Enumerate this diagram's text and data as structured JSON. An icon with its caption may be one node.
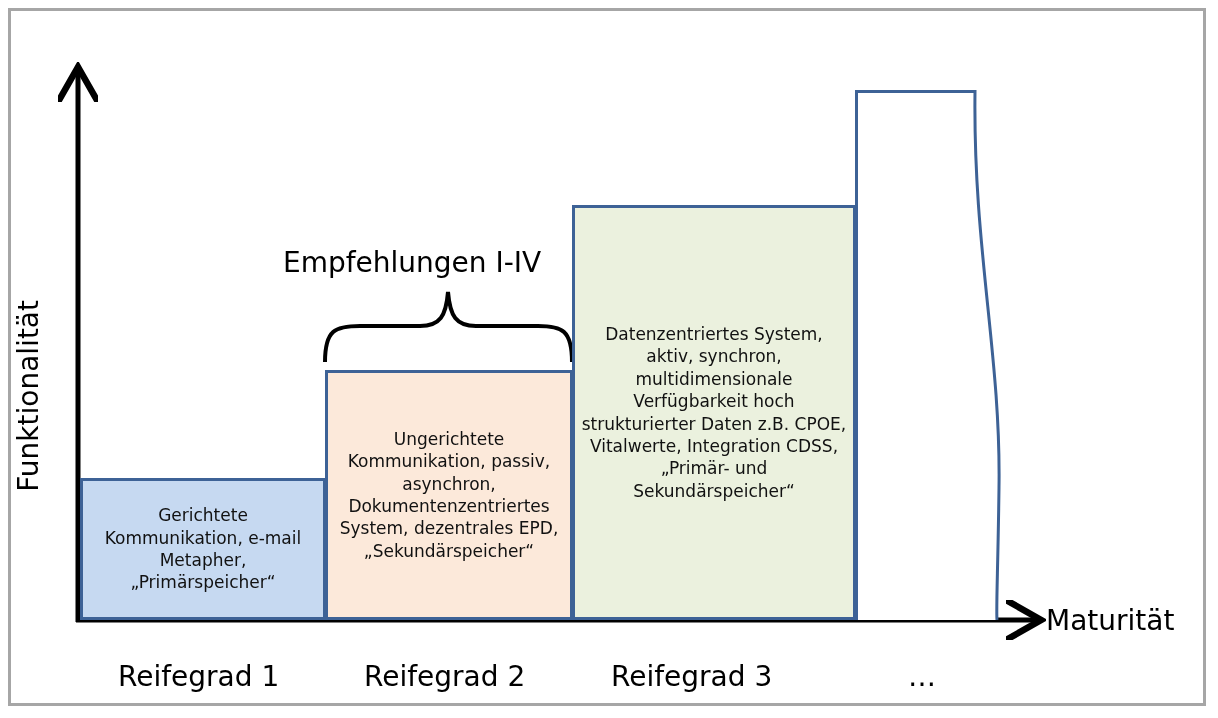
{
  "diagram": {
    "nodes": [
      {
        "text": [
          "Gerichtete Kommunikation, e-mail Metapher, „Primärspeicher“"
        ]
      },
      {
        "text": [
          "Ungerichtete Kommunikation, passiv, asynchron, Dokumentenzentriertes System, dezentrales EPD, „Sekundärspeicher“"
        ]
      },
      {
        "text": [
          "Datenzentriertes System, aktiv, synchron, multidimensionale Verfügbarkeit hoch strukturierter Daten z.B. CPOE, Vitalwerte, Integration CDSS, „Primär- und Sekundärspeicher“"
        ]
      },
      {
        "text": [],
        "shape": "bar"
      }
    ],
    "edges": [],
    "labels": [
      "Empfehlungen I-IV",
      "Funktionalität",
      "Maturität",
      "Reifegrad 1",
      "Reifegrad 2",
      "Reifegrad 3",
      "…"
    ]
  }
}
